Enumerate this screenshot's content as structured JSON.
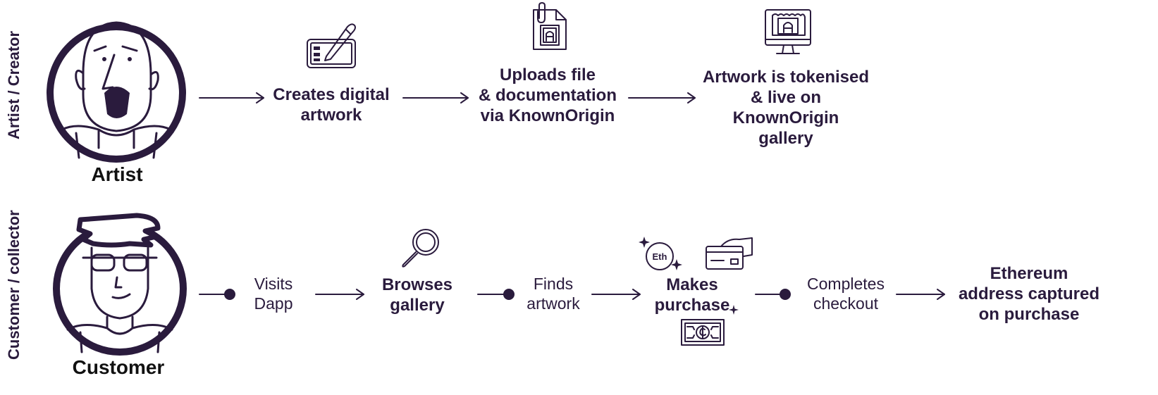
{
  "lanes": {
    "artist": {
      "label": "Artist / Creator",
      "actor": "Artist"
    },
    "customer": {
      "label": "Customer / collector",
      "actor": "Customer"
    }
  },
  "artist_flow": {
    "step1": "Creates digital\nartwork",
    "step2": "Uploads file\n& documentation\nvia KnownOrigin",
    "step3": "Artwork is tokenised\n& live on KnownOrigin\ngallery"
  },
  "customer_flow": {
    "action1": "Visits\nDapp",
    "step1": "Browses\ngallery",
    "action2": "Finds\nartwork",
    "step2": "Makes\npurchase",
    "eth_badge": "Eth",
    "action3": "Completes\ncheckout",
    "step3": "Ethereum\naddress captured\non purchase"
  },
  "colors": {
    "ink": "#2a1b3d"
  },
  "icons": [
    "artist-avatar-icon",
    "drawing-tablet-icon",
    "document-upload-icon",
    "monitor-artwork-icon",
    "customer-avatar-icon",
    "magnifier-icon",
    "eth-coin-icon",
    "credit-card-icon",
    "banknote-icon"
  ]
}
